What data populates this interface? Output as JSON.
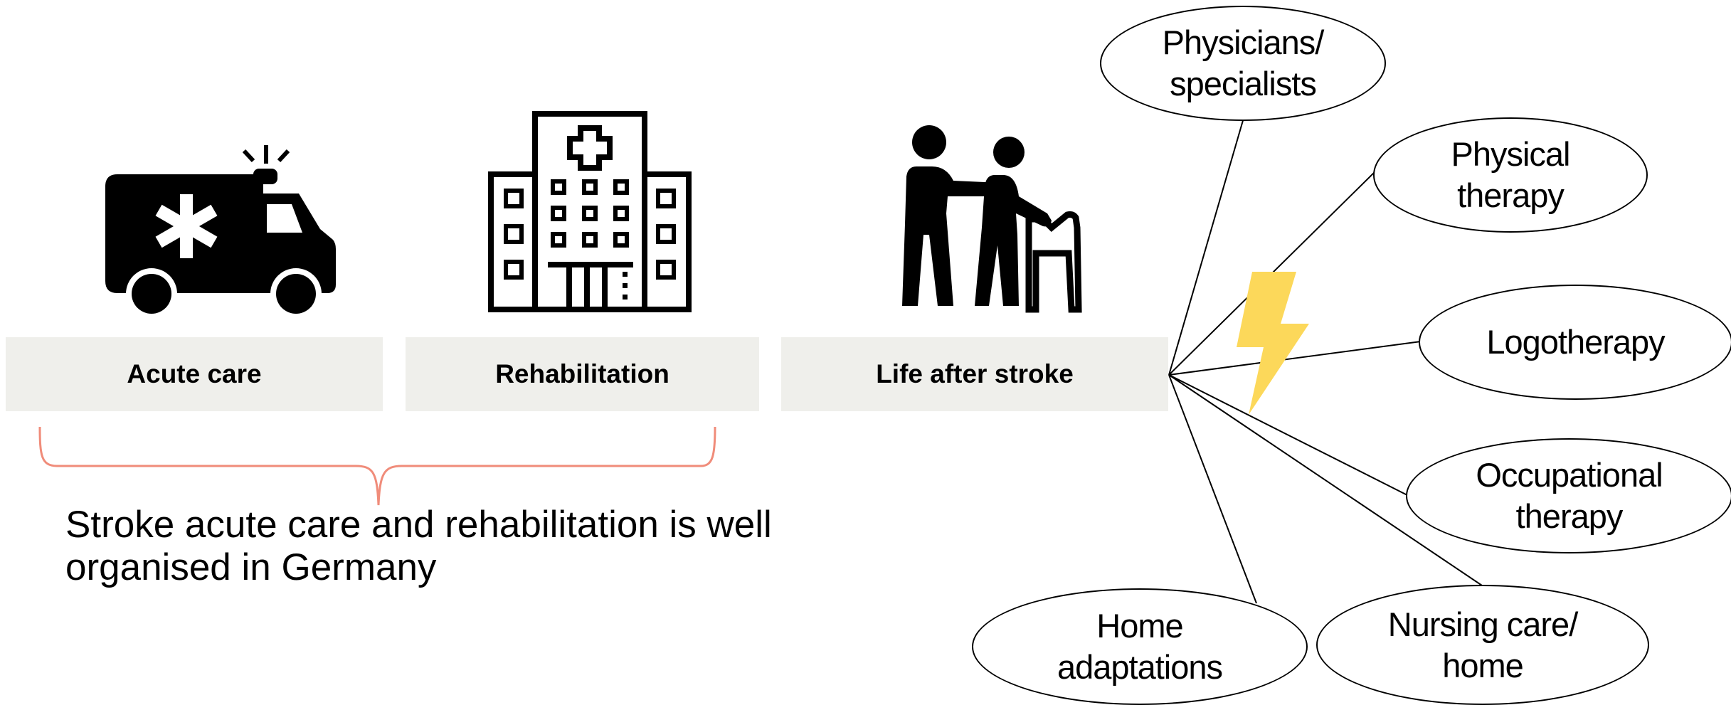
{
  "stages": [
    {
      "label": "Acute care",
      "icon": "ambulance-icon"
    },
    {
      "label": "Rehabilitation",
      "icon": "hospital-icon"
    },
    {
      "label": "Life after stroke",
      "icon": "walker-assistance-icon"
    }
  ],
  "summary": "Stroke acute care and rehabilitation is well organised in Germany",
  "services": [
    {
      "label": "Physicians/\nspecialists"
    },
    {
      "label": "Physical\ntherapy"
    },
    {
      "label": "Logotherapy"
    },
    {
      "label": "Occupational\ntherapy"
    },
    {
      "label": "Home\nadaptations"
    },
    {
      "label": "Nursing care/\nhome"
    }
  ],
  "colors": {
    "label_bg": "#efefeb",
    "brace": "#f08c7a",
    "lightning": "#fcd85a",
    "icon": "#000000"
  }
}
